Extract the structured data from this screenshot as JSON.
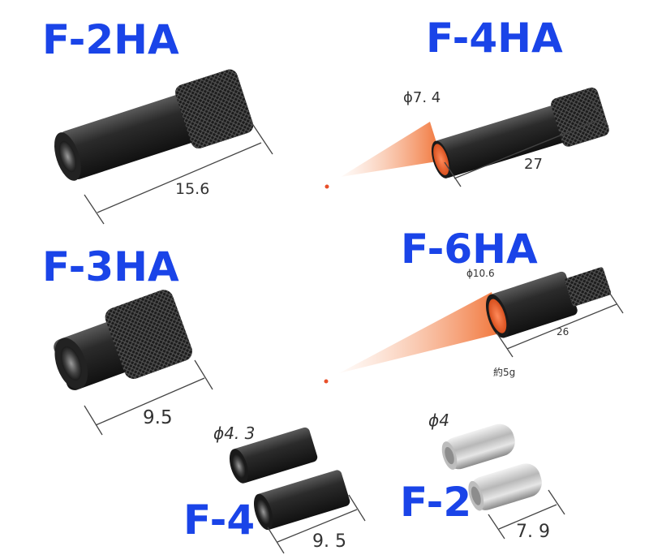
{
  "models": {
    "f2ha": "F-2HA",
    "f4ha": "F-4HA",
    "f3ha": "F-3HA",
    "f6ha": "F-6HA",
    "f4": "F-4",
    "f2": "F-2"
  },
  "dimensions": {
    "f2ha_length": "15.6",
    "f4ha_diameter": "ϕ7. 4",
    "f4ha_length": "27",
    "f3ha_length": "9.5",
    "f6ha_diameter": "ϕ10.6",
    "f6ha_length": "26",
    "f6ha_weight": "約5g",
    "f4_diameter": "ϕ4. 3",
    "f4_length": "9. 5",
    "f2_diameter": "ϕ4",
    "f2_length": "7. 9"
  },
  "colors": {
    "label_blue": "#1a44e8",
    "body_black": "#2a2a2a",
    "beam_orange": "#f07a3c",
    "silver": "#c9c9c9"
  }
}
